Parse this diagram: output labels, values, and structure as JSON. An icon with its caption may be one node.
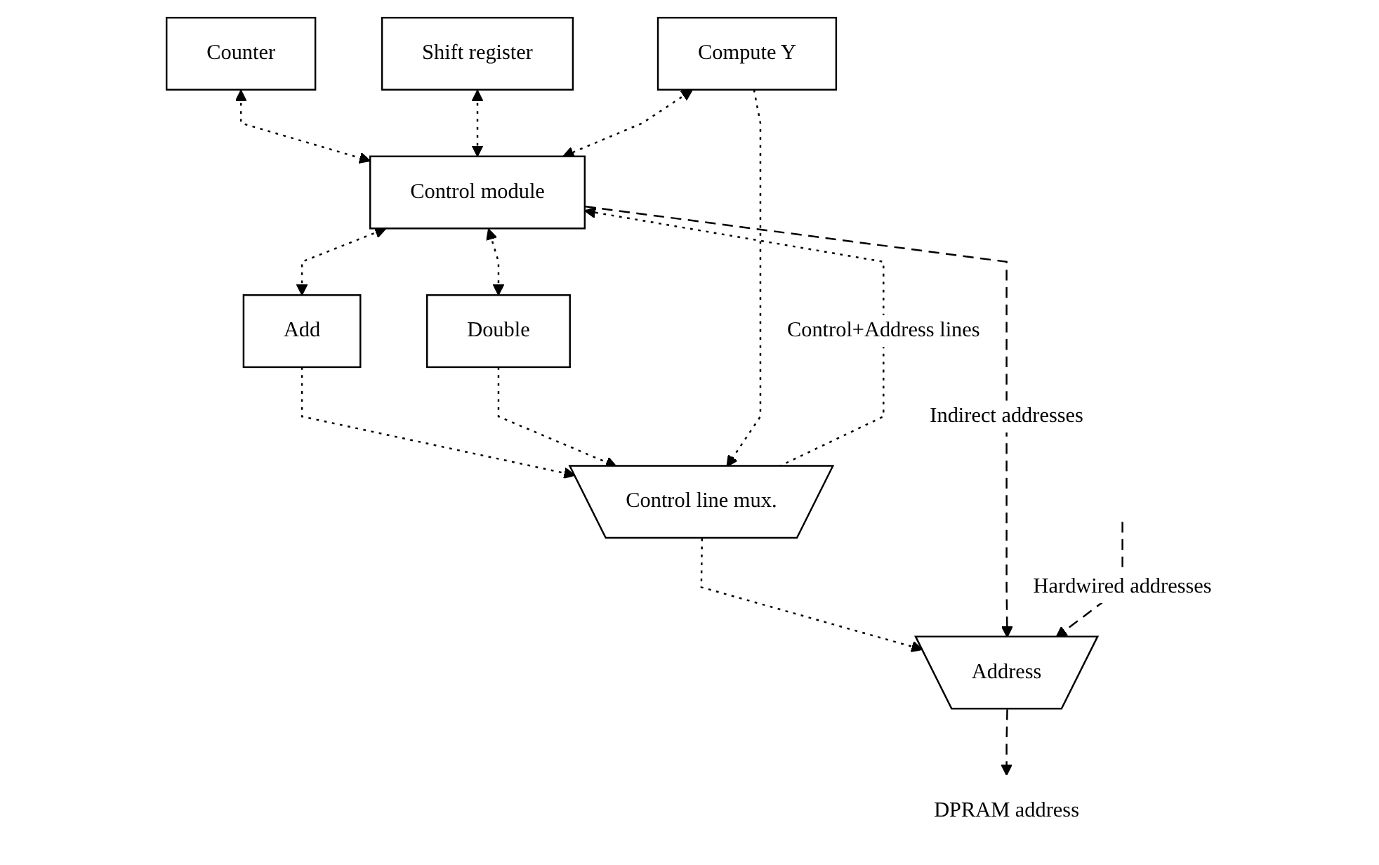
{
  "diagram": {
    "nodes": [
      {
        "text": [
          "Counter"
        ]
      },
      {
        "text": [
          "Shift register"
        ]
      },
      {
        "text": [
          "Add"
        ]
      },
      {
        "text": [
          "Double"
        ]
      },
      {
        "text": [
          "Compute Y"
        ]
      },
      {
        "text": [
          "Control module"
        ]
      },
      {
        "text": [
          "Control line mux."
        ]
      },
      {
        "text": [
          "Address"
        ]
      },
      {
        "text": [
          "DPRAM address"
        ]
      }
    ],
    "edges": [
      {
        "from": 0,
        "to": 5,
        "arrow": "both"
      },
      {
        "from": 1,
        "to": 5,
        "arrow": "both"
      },
      {
        "from": 5,
        "to": 2,
        "arrow": "both"
      },
      {
        "from": 5,
        "to": 3,
        "arrow": "both"
      },
      {
        "from": 4,
        "to": 5,
        "arrow": "both"
      },
      {
        "from": 2,
        "to": 6,
        "arrow": "to"
      },
      {
        "from": 3,
        "to": 6,
        "arrow": "to"
      },
      {
        "from": 4,
        "to": 6,
        "arrow": "to"
      },
      {
        "from": 6,
        "to": 5,
        "arrow": "to",
        "label": "Control+Address lines"
      },
      {
        "from": 6,
        "to": 7,
        "arrow": "to"
      },
      {
        "from": 5,
        "to": 7,
        "arrow": "to",
        "label": "Indirect addresses",
        "style": "dashed"
      },
      {
        "from": null,
        "to": 7,
        "arrow": "to",
        "label": "Hardwired addresses",
        "style": "dashed"
      },
      {
        "from": 7,
        "to": 8,
        "arrow": "to",
        "style": "dashed"
      }
    ]
  }
}
